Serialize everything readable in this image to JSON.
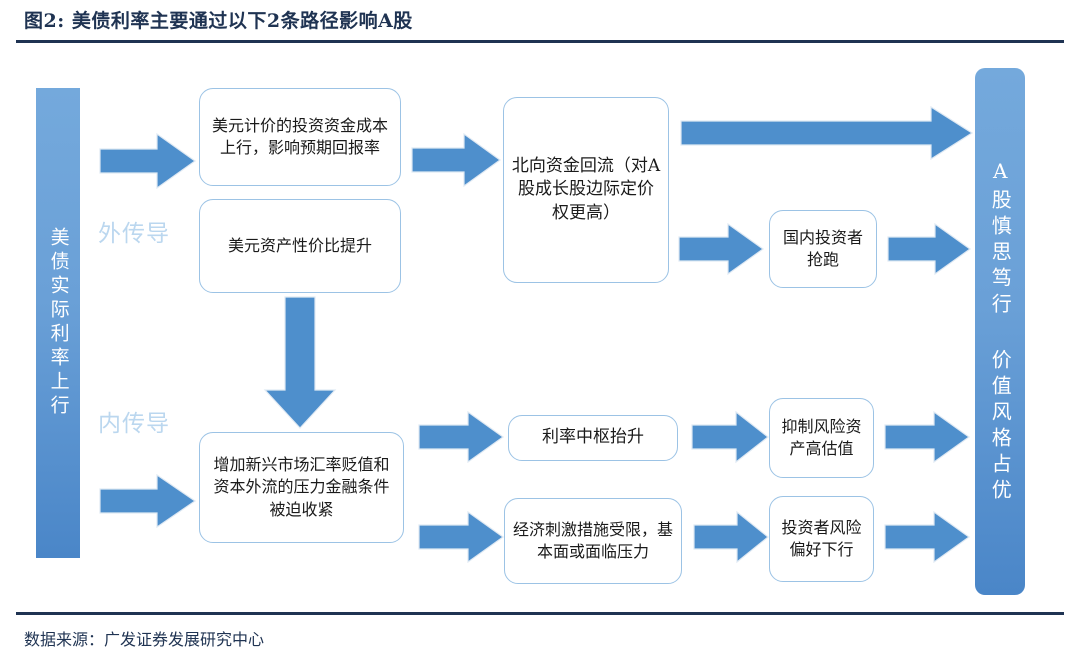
{
  "header": {
    "title": "图2:  美债利率主要通过以下2条路径影响A股"
  },
  "footer": {
    "source": "数据来源：广发证券发展研究中心"
  },
  "colors": {
    "title_navy": "#1F3352",
    "pillar_blue_top": "#74A9DC",
    "pillar_blue_bottom": "#4A86C8",
    "arrow_blue": "#4E8FCC",
    "node_border": "#9CC3E5",
    "flow_label_blue": "#BBD7EF"
  },
  "diagram": {
    "type": "flowchart",
    "pillars": [
      {
        "id": "pillar-left",
        "text": "美债实际利率上行"
      },
      {
        "id": "pillar-right",
        "text": "A股慎思笃行 价值风格占优"
      }
    ],
    "flow_labels": [
      {
        "id": "external",
        "text": "外传导"
      },
      {
        "id": "internal",
        "text": "内传导"
      }
    ],
    "nodes": [
      {
        "id": "n1",
        "text": "美元计价的投资资金成本上行，影响预期回报率"
      },
      {
        "id": "n2",
        "text": "美元资产性价比提升"
      },
      {
        "id": "n3",
        "text": "北向资金回流（对A股成长股边际定价权更高）"
      },
      {
        "id": "n4",
        "text": "国内投资者抢跑"
      },
      {
        "id": "n5",
        "text": "增加新兴市场汇率贬值和资本外流的压力金融条件被迫收紧"
      },
      {
        "id": "n6",
        "text": "利率中枢抬升"
      },
      {
        "id": "n7",
        "text": "抑制风险资产高估值"
      },
      {
        "id": "n8",
        "text": "经济刺激措施受限，基本面或面临压力"
      },
      {
        "id": "n9",
        "text": "投资者风险偏好下行"
      }
    ],
    "edges": [
      {
        "id": "a1",
        "from": "pillar-left",
        "to": "n1"
      },
      {
        "id": "a2",
        "from": "n1",
        "to": "n3"
      },
      {
        "id": "a3",
        "from": "n2",
        "to": "n5"
      },
      {
        "id": "a4",
        "from": "n3",
        "to": "pillar-right"
      },
      {
        "id": "a5",
        "from": "n3",
        "to": "n4"
      },
      {
        "id": "a6",
        "from": "n4",
        "to": "pillar-right"
      },
      {
        "id": "a7",
        "from": "pillar-left",
        "to": "n5"
      },
      {
        "id": "a8",
        "from": "n5",
        "to": "n6"
      },
      {
        "id": "a9",
        "from": "n6",
        "to": "n7"
      },
      {
        "id": "a10",
        "from": "n7",
        "to": "pillar-right"
      },
      {
        "id": "a11",
        "from": "n5",
        "to": "n8"
      },
      {
        "id": "a12",
        "from": "n8",
        "to": "n9"
      },
      {
        "id": "a13",
        "from": "n9",
        "to": "pillar-right"
      }
    ]
  }
}
